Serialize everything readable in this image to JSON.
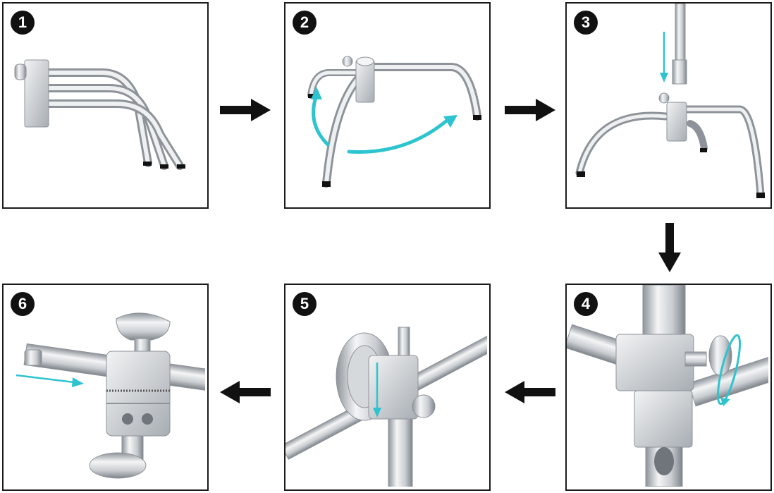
{
  "colors": {
    "frame": "#1a1a1a",
    "badge_bg": "#111111",
    "badge_text": "#ffffff",
    "accent_arrow": "#2ec4cf",
    "flow_arrow": "#111111",
    "metal_light": "#e6e8ea",
    "metal_dark": "#9aa0a6"
  },
  "steps": [
    {
      "number": "1"
    },
    {
      "number": "2"
    },
    {
      "number": "3"
    },
    {
      "number": "4"
    },
    {
      "number": "5"
    },
    {
      "number": "6"
    }
  ],
  "icons": {
    "flow": "arrow-icon",
    "accent": "motion-arrow-icon",
    "badge": "step-number-badge"
  }
}
